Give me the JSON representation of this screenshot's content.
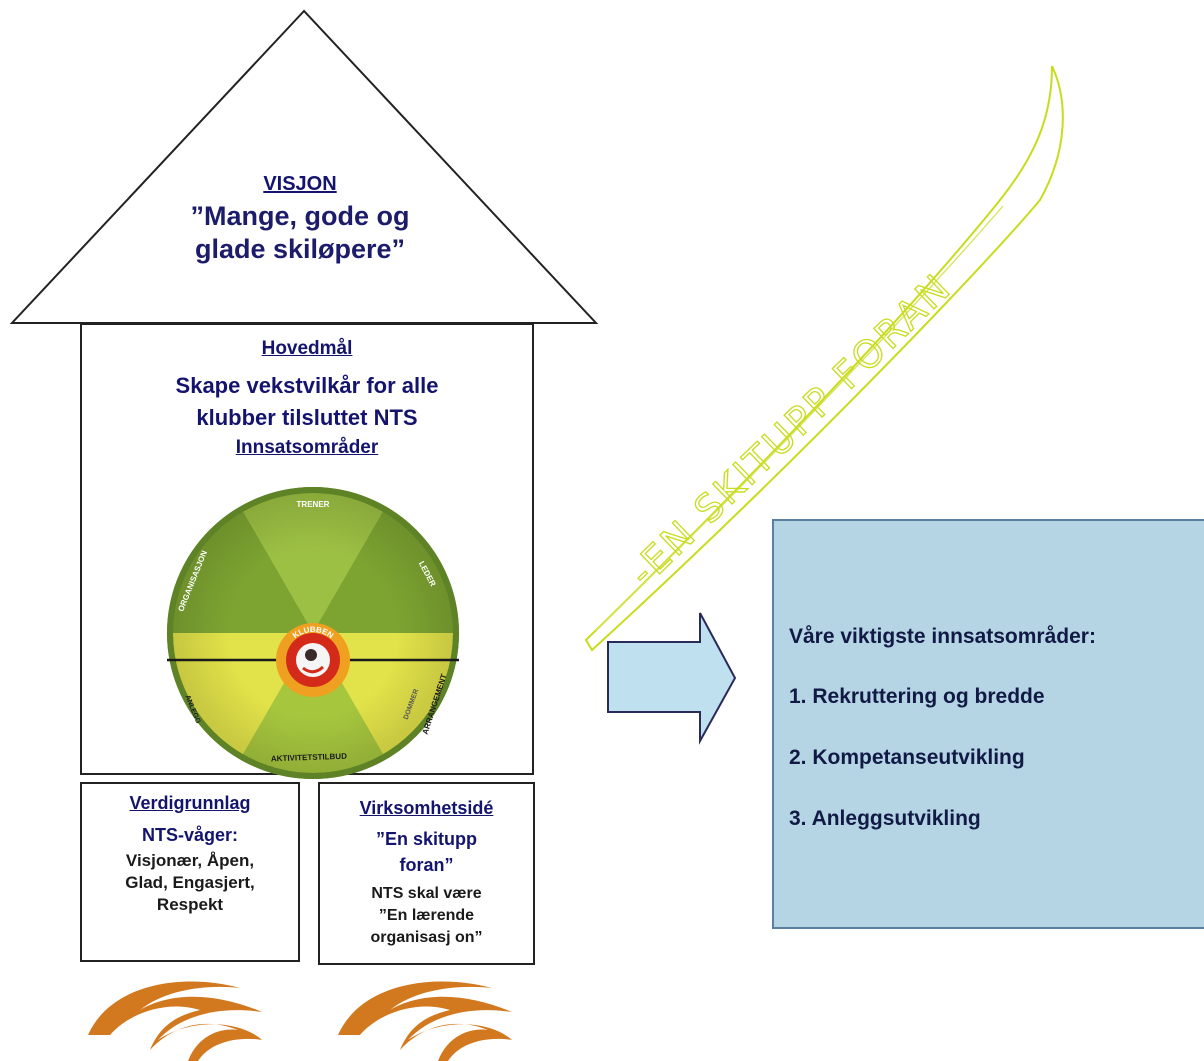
{
  "colors": {
    "navy_text": "#14146e",
    "panel_fill": "#b5d5e5",
    "ski_outline": "#c8dc1e",
    "arrow_fill": "#bfe0ee",
    "flame": "#d2781e",
    "wheel_green": "#8eb43c",
    "wheel_yellow": "#dede3a"
  },
  "roof": {
    "title": "VISJON",
    "text_line1": "”Mange, gode og",
    "text_line2": "glade skiløpere”"
  },
  "main": {
    "goal_title": "Hovedmål",
    "goal_line1": "Skape vekstvilkår for alle",
    "goal_line2": "klubber tilsluttet NTS",
    "areas_title": "Innsatsområder"
  },
  "wheel": {
    "center_label": "KLUBBEN",
    "segments": [
      "TRENER",
      "LEDER",
      "ARRANGEMENT",
      "DOMMER",
      "AKTIVITETSTILBUD",
      "ANLEGG",
      "ORGANISASJON"
    ]
  },
  "foundation_left": {
    "title": "Verdigrunnlag",
    "subtitle": "NTS-våger:",
    "line1": "Visjonær, Åpen,",
    "line2": "Glad, Engasjert,",
    "line3": "Respekt"
  },
  "foundation_right": {
    "title": "Virksomhetsidé",
    "subtitle_line1": "”En skitupp",
    "subtitle_line2": "foran”",
    "line1": "NTS skal være",
    "line2": "”En lærende",
    "line3": "organisasj on”"
  },
  "ski": {
    "slogan": "-EN SKITUPP FORAN"
  },
  "panel": {
    "title": "Våre viktigste innsatsområder:",
    "items": [
      "1. Rekruttering og bredde",
      "2. Kompetanseutvikling",
      "3. Anleggsutvikling"
    ]
  }
}
